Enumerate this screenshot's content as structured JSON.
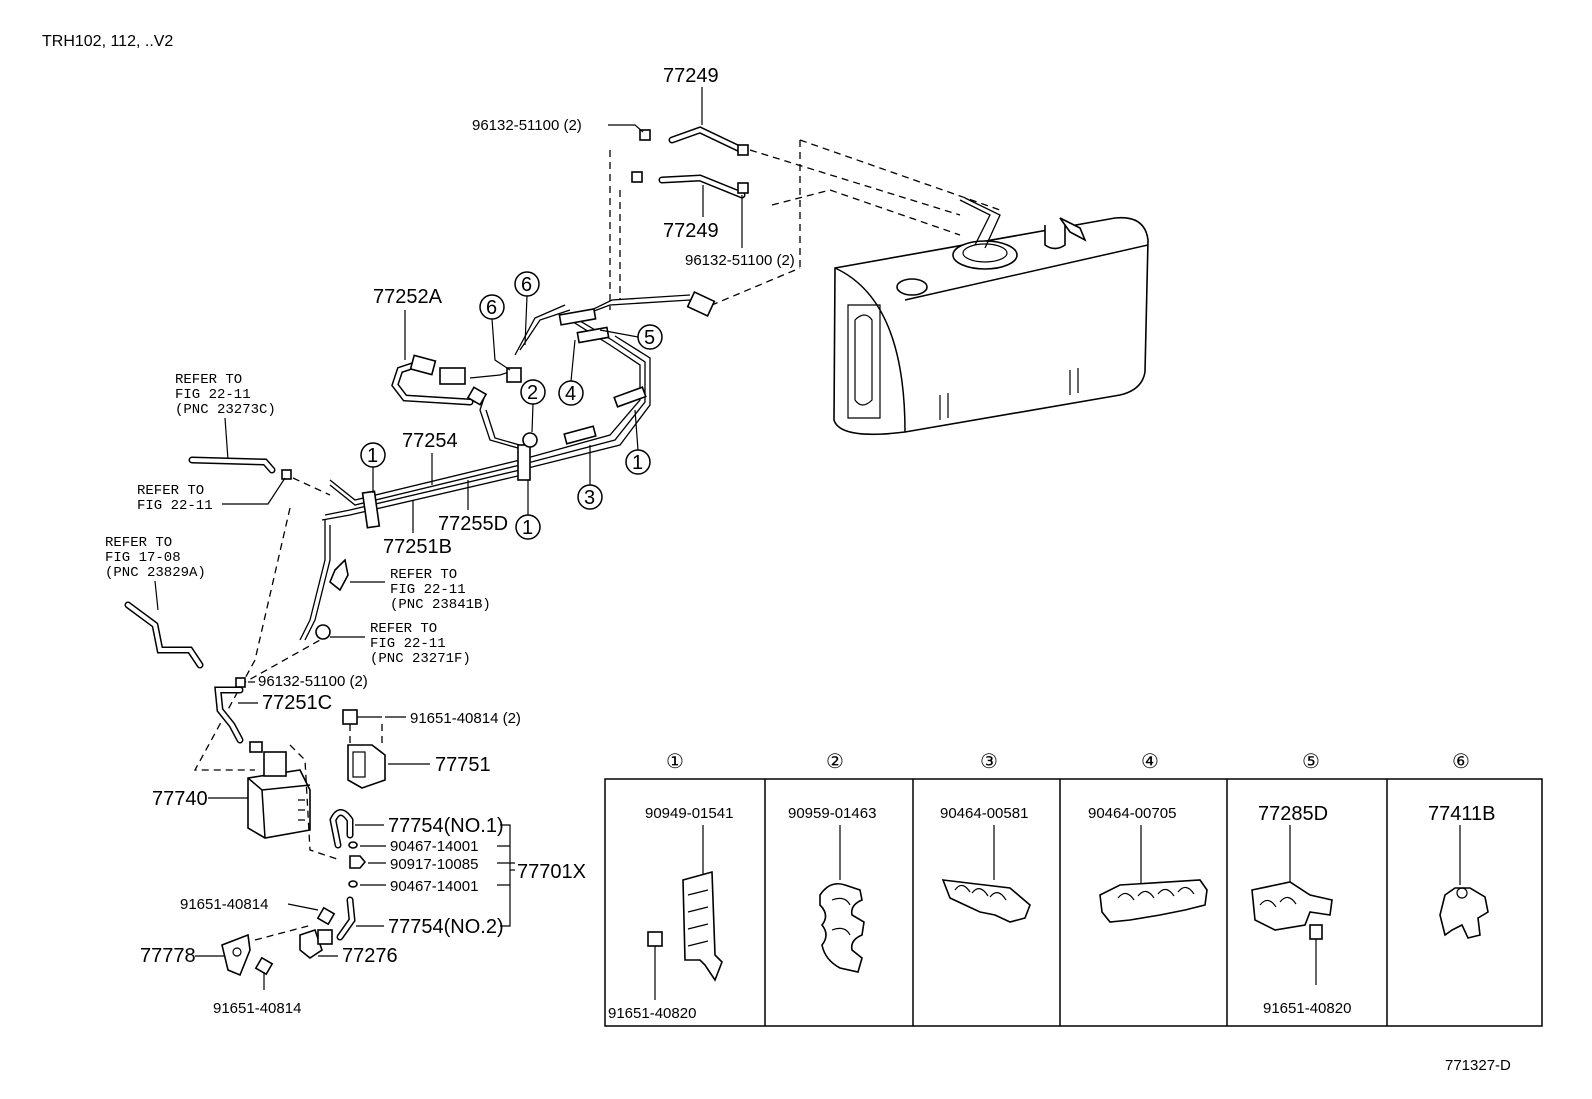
{
  "header": {
    "model": "TRH102, 112, ..V2",
    "figure_code": "771327-D"
  },
  "callouts": {
    "hose_77249_top": "77249",
    "clip_top_right": "96132-51100 (2)",
    "hose_77249_bottom": "77249",
    "clip_bottom_right": "96132-51100 (2)",
    "p77252A": "77252A",
    "p77254": "77254",
    "p77255D": "77255D",
    "p77251B": "77251B",
    "p77251C": "77251C",
    "clip_left": "96132-51100 (2)",
    "bolt_1": "91651-40814 (2)",
    "p77751": "77751",
    "p77740": "77740",
    "hose_no1": "77754(NO.1)",
    "clamp_1": "90467-14001",
    "valve": "90917-10085",
    "clamp_2": "90467-14001",
    "hose_no2": "77754(NO.2)",
    "p77701X": "77701X",
    "bolt_2": "91651-40814",
    "p77778": "77778",
    "p77276": "77276",
    "bolt_3": "91651-40814"
  },
  "references": {
    "ref_a": [
      "REFER TO",
      "FIG 22-11",
      "(PNC 23273C)"
    ],
    "ref_b": [
      "REFER TO",
      "FIG 22-11"
    ],
    "ref_c": [
      "REFER TO",
      "FIG 17-08",
      "(PNC 23829A)"
    ],
    "ref_d": [
      "REFER TO",
      "FIG 22-11",
      "(PNC 23841B)"
    ],
    "ref_e": [
      "REFER TO",
      "FIG 22-11",
      "(PNC 23271F)"
    ]
  },
  "circle_numbers": [
    "1",
    "2",
    "3",
    "4",
    "5",
    "6"
  ],
  "detail_table": {
    "headers": [
      "①",
      "②",
      "③",
      "④",
      "⑤",
      "⑥"
    ],
    "cells": [
      {
        "top": "90949-01541",
        "bottom": "91651-40820"
      },
      {
        "top": "90959-01463",
        "bottom": ""
      },
      {
        "top": "90464-00581",
        "bottom": ""
      },
      {
        "top": "90464-00705",
        "bottom": ""
      },
      {
        "top": "77285D",
        "bottom": "91651-40820"
      },
      {
        "top": "77411B",
        "bottom": ""
      }
    ]
  }
}
